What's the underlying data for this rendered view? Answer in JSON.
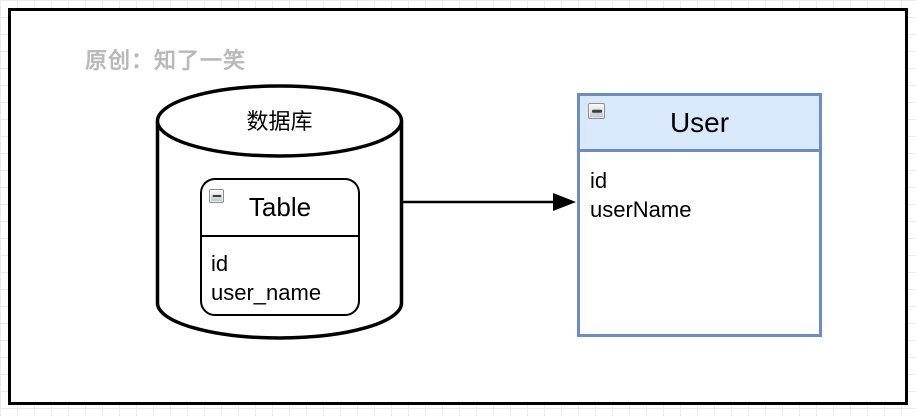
{
  "watermark": {
    "text": "原创：知了一笑",
    "color": "#b9b9b9"
  },
  "database": {
    "label": "数据库",
    "shape": "cylinder",
    "table": {
      "title": "Table",
      "fields": [
        "id",
        "user_name"
      ],
      "collapse_icon": "minus"
    }
  },
  "entity": {
    "title": "User",
    "fields": [
      "id",
      "userName"
    ],
    "collapse_icon": "minus",
    "border_color": "#6c8ebf",
    "header_fill": "#dae8fc"
  },
  "connector": {
    "type": "arrow",
    "direction": "right",
    "color": "#000000"
  }
}
